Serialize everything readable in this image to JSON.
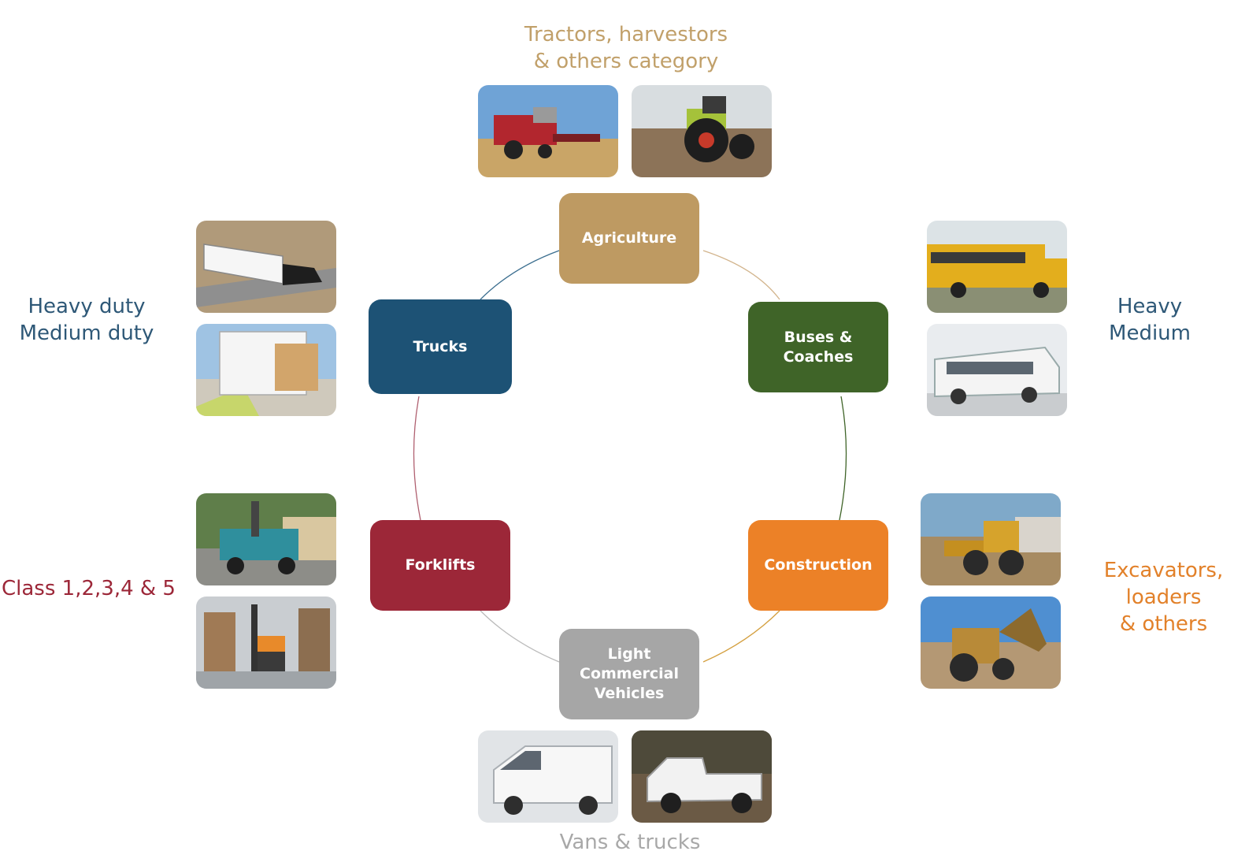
{
  "colors": {
    "agriculture": "#BE9A62",
    "buses": "#3F6428",
    "construction": "#EC8127",
    "lcv": "#A6A6A6",
    "forklifts": "#9C2738",
    "trucks": "#1D5275"
  },
  "nodes": {
    "agriculture": "Agriculture",
    "buses": "Buses &\nCoaches",
    "construction": "Construction",
    "lcv": "Light\nCommercial\nVehicles",
    "forklifts": "Forklifts",
    "trucks": "Trucks"
  },
  "captions": {
    "agriculture": "Tractors, harvestors\n& others category",
    "buses": "Heavy\nMedium",
    "construction": "Excavators, loaders\n& others",
    "lcv": "Vans & trucks",
    "forklifts": "Class 1,2,3,4 & 5",
    "trucks": "Heavy duty\nMedium duty"
  },
  "photo_icons": {
    "agriculture": [
      "combine-harvester-photo",
      "tractor-photo"
    ],
    "buses": [
      "school-bus-photo",
      "coach-bus-photo"
    ],
    "construction": [
      "wheel-loader-photo",
      "backhoe-loader-photo"
    ],
    "lcv": [
      "cargo-van-photo",
      "pickup-truck-photo"
    ],
    "forklifts": [
      "sideloader-forklift-photo",
      "reach-truck-forklift-photo"
    ],
    "trucks": [
      "semi-truck-photo",
      "box-truck-loading-photo"
    ]
  }
}
